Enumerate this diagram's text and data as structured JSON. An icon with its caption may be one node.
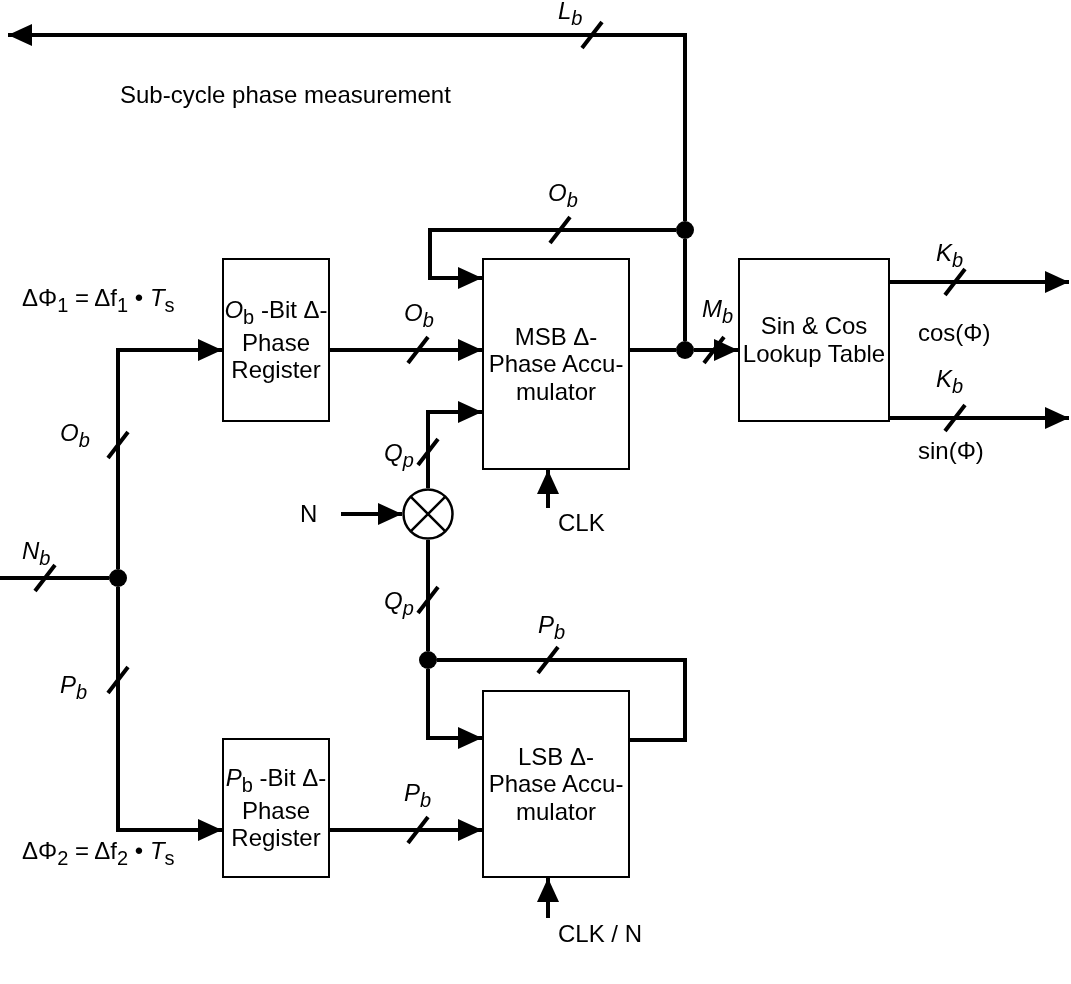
{
  "diagram": {
    "nodes": [
      {
        "text": [
          "*O*$_{b}$ -Bit Δ-Phase Register"
        ]
      },
      {
        "text": [
          "MSB Δ-Phase Accu- mulator"
        ]
      },
      {
        "text": [
          "Sin & Cos Lookup Table"
        ]
      },
      {
        "text": [],
        "shape": "circle"
      },
      {
        "text": [
          "*P*$_{b}$ -Bit Δ-Phase Register"
        ]
      },
      {
        "text": [
          "LSB Δ-Phase Accu- mulator"
        ]
      },
      {
        "text": [],
        "shape": "circle"
      },
      {
        "text": [],
        "shape": "circle"
      },
      {
        "text": [],
        "shape": "circle"
      },
      {
        "text": [],
        "shape": "circle"
      },
      {
        "text": [
          "N"
        ]
      },
      {
        "text": [
          "CLK"
        ]
      },
      {
        "text": [
          "CLK / N"
        ]
      }
    ],
    "edges": [
      {
        "from": null,
        "to": 6,
        "arrow": "none",
        "label": "N$_{b}$"
      },
      {
        "from": 6,
        "to": 0,
        "arrow": "to",
        "label": "O$_{b}$"
      },
      {
        "from": 6,
        "to": 4,
        "arrow": "to",
        "label": "P$_{b}$"
      },
      {
        "from": 0,
        "to": 1,
        "arrow": "to",
        "label": "O$_{b}$"
      },
      {
        "from": 1,
        "to": 7,
        "arrow": "none"
      },
      {
        "from": 7,
        "to": 2,
        "arrow": "to",
        "label": "M$_{b}$"
      },
      {
        "from": 7,
        "to": 8,
        "arrow": "none"
      },
      {
        "from": 8,
        "to": 1,
        "arrow": "to",
        "label": "O$_{b}$"
      },
      {
        "from": 8,
        "to": null,
        "arrow": "to",
        "label": "L$_{b}$"
      },
      {
        "from": 2,
        "to": null,
        "arrow": "to",
        "label": "K$_{b}$"
      },
      {
        "from": 2,
        "to": null,
        "arrow": "to",
        "label": "K$_{b}$"
      },
      {
        "from": 10,
        "to": 3,
        "arrow": "to"
      },
      {
        "from": 3,
        "to": 1,
        "arrow": "to",
        "label": "Q$_{p}$"
      },
      {
        "from": 9,
        "to": 3,
        "arrow": "none",
        "label": "Q$_{p}$"
      },
      {
        "from": 5,
        "to": 9,
        "arrow": "none",
        "label": "P$_{b}$"
      },
      {
        "from": 9,
        "to": 5,
        "arrow": "to"
      },
      {
        "from": 4,
        "to": 5,
        "arrow": "to",
        "label": "P$_{b}$"
      },
      {
        "from": 11,
        "to": 1,
        "arrow": "to"
      },
      {
        "from": 12,
        "to": 5,
        "arrow": "to"
      }
    ],
    "labels": [
      "Sub-cycle phase measurement",
      "ΔΦ$_{1}$ = Δf$_{1}$ • *T*$_{s}$",
      "cos(Φ)",
      "sin(Φ)",
      "ΔΦ$_{2}$ = Δf$_{2}$ • *T*$_{s}$"
    ]
  }
}
